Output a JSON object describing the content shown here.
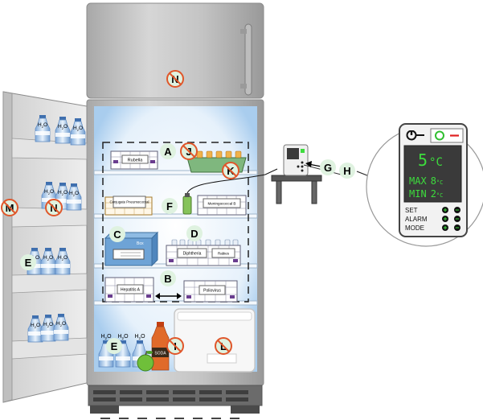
{
  "colors": {
    "steel_light": "#d4d4d4",
    "steel_dark": "#9c9c9c",
    "interior": "#cfe3f7",
    "interior_glow": "#ffffff",
    "badge_bg": "#dff2e0",
    "badge_text": "#000000",
    "no_symbol": "#e0562a",
    "lcd_bg": "#3a3a3a",
    "lcd_text": "#3ddc3d",
    "basket_wire": "#606078",
    "vial_purple": "#6a3d8f",
    "orange_label": "#f0b24a",
    "soda": "#e06a2a",
    "apple": "#6fbf3a",
    "tray_green": "#7fb77e",
    "vaccine_box": "#6ea3d6"
  },
  "markers": {
    "A": "A",
    "B": "B",
    "C": "C",
    "D": "D",
    "E": "E",
    "F": "F",
    "G": "G",
    "H": "H",
    "I": "I",
    "J": "J",
    "K": "K",
    "L": "L",
    "M": "M",
    "N": "N"
  },
  "labels": {
    "water": "H",
    "water_sub": "2",
    "water_o": "O",
    "soda": "SODA"
  },
  "vaccines": {
    "rubella": "Rubella",
    "conjugate": "Conjugate Pneumococcal",
    "meningococcal": "Meningococcal B",
    "box": "Box",
    "diphtheria": "Diphtheria",
    "rabies": "Rabies",
    "hepatitis": "Hepatitis A",
    "polio": "Poliovirus"
  },
  "thermometer": {
    "current_temp": "5",
    "unit": "°C",
    "max_label": "MAX",
    "max_value": "8",
    "min_label": "MIN",
    "min_value": "2",
    "small_unit": "°C",
    "set_label": "SET",
    "alarm_label": "ALARM",
    "mode_label": "MODE",
    "power_icon": "power-icon"
  }
}
